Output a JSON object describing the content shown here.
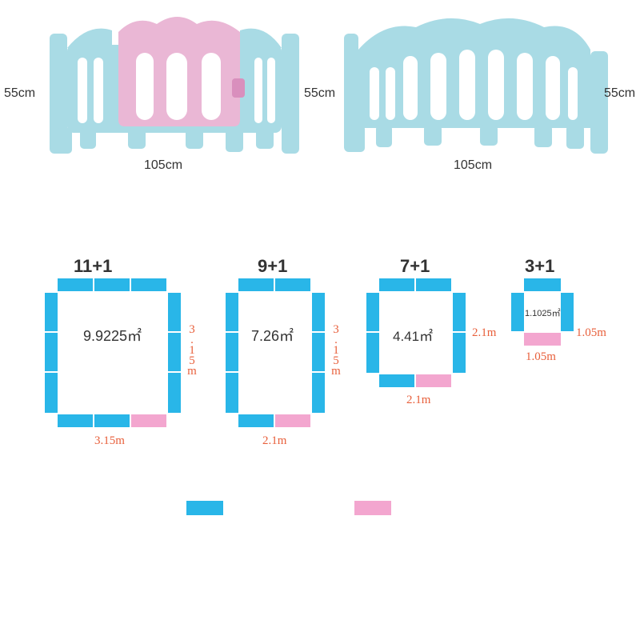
{
  "colors": {
    "blue_panel": "#29b6e8",
    "pink_panel": "#f3a6cf",
    "fence_blue": "#a9dbe5",
    "fence_pink": "#eab7d5",
    "dim_text": "#e8603c"
  },
  "panels": {
    "left": {
      "height": "55cm",
      "width": "105cm",
      "type": "door panel"
    },
    "right": {
      "height_left": "55cm",
      "height_right": "55cm",
      "width": "105cm",
      "type": "standard panel"
    }
  },
  "configs": [
    {
      "title": "11+1",
      "area": "9.9225㎡",
      "width": "3.15m",
      "height": "3.15m"
    },
    {
      "title": "9+1",
      "area": "7.26㎡",
      "width": "2.1m",
      "height": "3.15m"
    },
    {
      "title": "7+1",
      "area": "4.41㎡",
      "width": "2.1m",
      "height": "2.1m"
    },
    {
      "title": "3+1",
      "area": "1.1025㎡",
      "width": "1.05m",
      "height": "1.05m"
    }
  ]
}
